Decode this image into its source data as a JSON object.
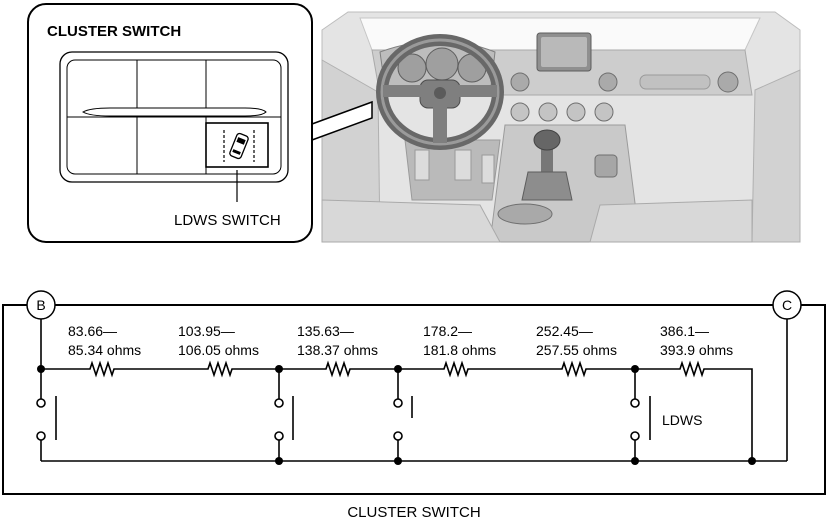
{
  "inset": {
    "title": "CLUSTER SWITCH",
    "callout": "LDWS SWITCH"
  },
  "circuit": {
    "terminal_left": "B",
    "terminal_right": "C",
    "resistors": [
      {
        "line1": "83.66—",
        "line2": "85.34 ohms"
      },
      {
        "line1": "103.95—",
        "line2": "106.05 ohms"
      },
      {
        "line1": "135.63—",
        "line2": "138.37 ohms"
      },
      {
        "line1": "178.2—",
        "line2": "181.8 ohms"
      },
      {
        "line1": "252.45—",
        "line2": "257.55 ohms"
      },
      {
        "line1": "386.1—",
        "line2": "393.9 ohms"
      }
    ],
    "switch_label": "LDWS"
  },
  "caption": "CLUSTER SWITCH"
}
